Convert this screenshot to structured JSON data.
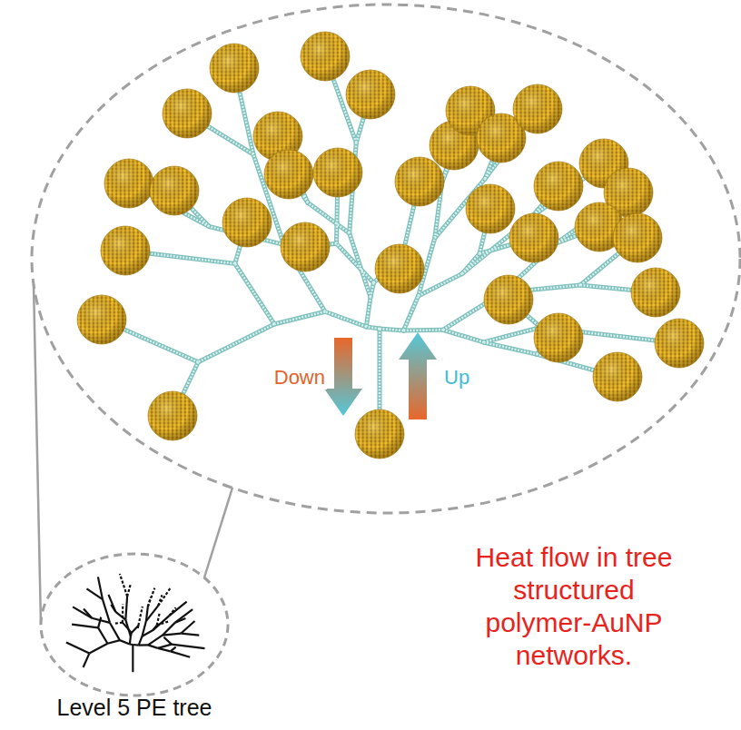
{
  "diagram": {
    "labels": [
      "Down",
      "Up",
      "Level 5 PE tree",
      "Heat flow in tree structured polymer-AuNP networks."
    ]
  }
}
